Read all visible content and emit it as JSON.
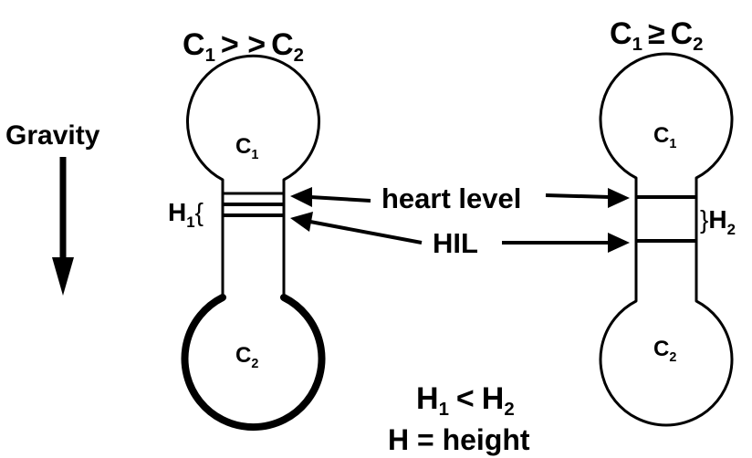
{
  "left_panel": {
    "condition": {
      "a": "C",
      "a_sub": "1",
      "op": "> >",
      "b": "C",
      "b_sub": "2"
    },
    "upper_chamber": {
      "label": "C",
      "sub": "1"
    },
    "lower_chamber": {
      "label": "C",
      "sub": "2"
    },
    "height_marker": {
      "label": "H",
      "sub": "1",
      "brace": "{"
    }
  },
  "right_panel": {
    "condition": {
      "a": "C",
      "a_sub": "1",
      "op": "≥",
      "b": "C",
      "b_sub": "2"
    },
    "upper_chamber": {
      "label": "C",
      "sub": "1"
    },
    "lower_chamber": {
      "label": "C",
      "sub": "2"
    },
    "height_marker": {
      "label": "H",
      "sub": "2",
      "brace": "}"
    }
  },
  "gravity": {
    "label": "Gravity"
  },
  "callouts": {
    "heart_level": "heart level",
    "hil": "HIL"
  },
  "footer": {
    "relation": {
      "a": "H",
      "a_sub": "1",
      "op": "<",
      "b": "H",
      "b_sub": "2"
    },
    "definition": "H = height"
  }
}
